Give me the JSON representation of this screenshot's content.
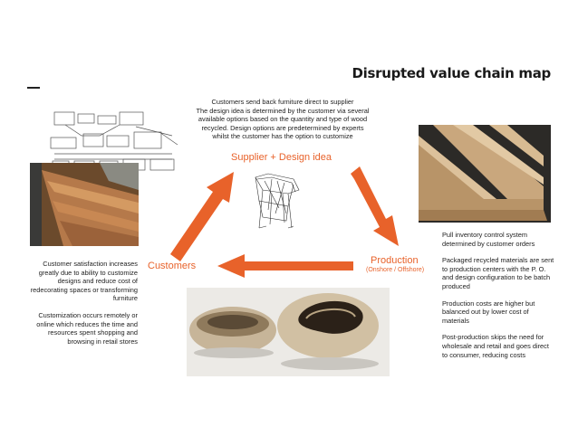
{
  "slide": {
    "title": "Disrupted value chain map",
    "top_text": [
      "Customers send back furniture direct to supplier",
      "The design idea is determined by the customer via several",
      "available options based on the quantity and type of wood",
      "recycled. Design options are predetermined by experts",
      "whilst the customer has the option to customize"
    ],
    "nodes": {
      "supplier": "Supplier + Design idea",
      "customers": "Customers",
      "production": "Production",
      "production_sub": "(Onshore / Offshore)"
    },
    "left_text": [
      "Customer satisfaction increases greatly due to ability to customize designs and reduce cost of redecorating spaces or transforming furniture",
      "Customization occurs remotely or online which reduces the time and resources spent shopping and browsing in retail stores"
    ],
    "right_text": [
      "Pull inventory control system determined by customer orders",
      "Packaged recycled materials are sent to production centers with the P. O. and design configuration to be batch produced",
      "Production costs are higher but balanced out by lower cost of materials",
      "Post-production skips the need for wholesale and retail and goes direct to consumer, reducing costs"
    ]
  },
  "colors": {
    "accent": "#e8622a",
    "text": "#222222"
  }
}
